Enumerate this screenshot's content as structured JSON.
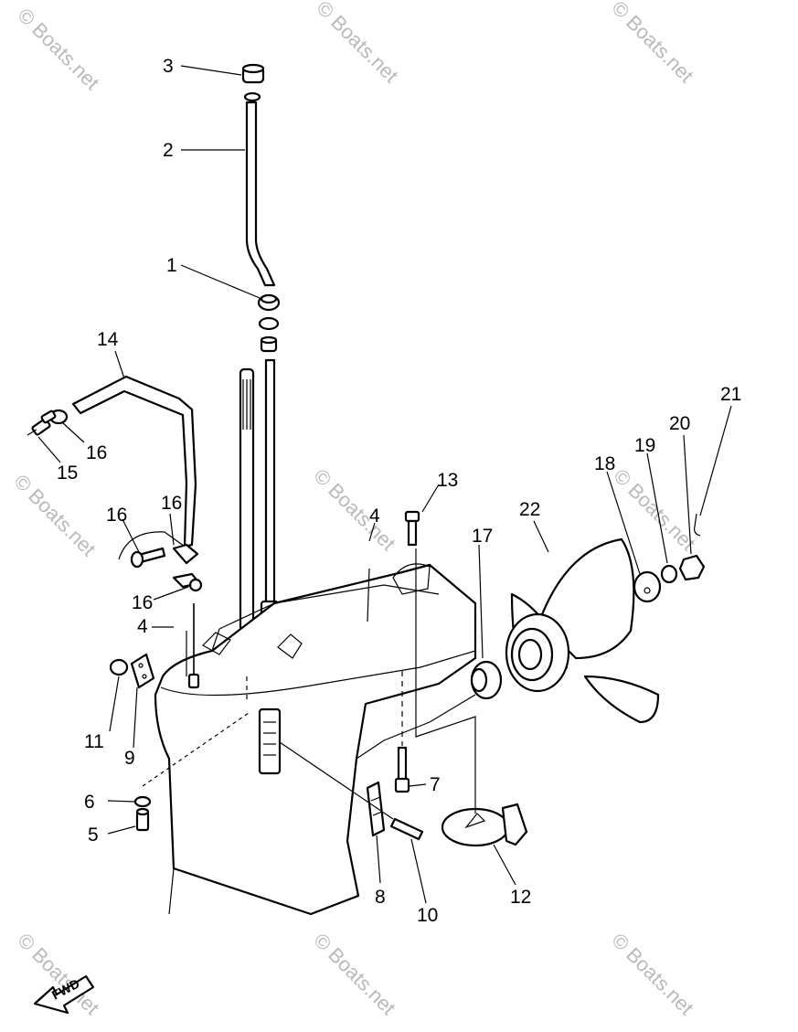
{
  "diagram": {
    "watermark_text": "© Boats.net",
    "fwd_label": "FWD",
    "callouts": {
      "c1": "1",
      "c2": "2",
      "c3": "3",
      "c4a": "4",
      "c4b": "4",
      "c5": "5",
      "c6": "6",
      "c7": "7",
      "c8": "8",
      "c9": "9",
      "c10": "10",
      "c11": "11",
      "c12": "12",
      "c13": "13",
      "c14": "14",
      "c15": "15",
      "c16a": "16",
      "c16b": "16",
      "c16c": "16",
      "c16d": "16",
      "c17": "17",
      "c18": "18",
      "c19": "19",
      "c20": "20",
      "c21": "21",
      "c22": "22"
    }
  }
}
